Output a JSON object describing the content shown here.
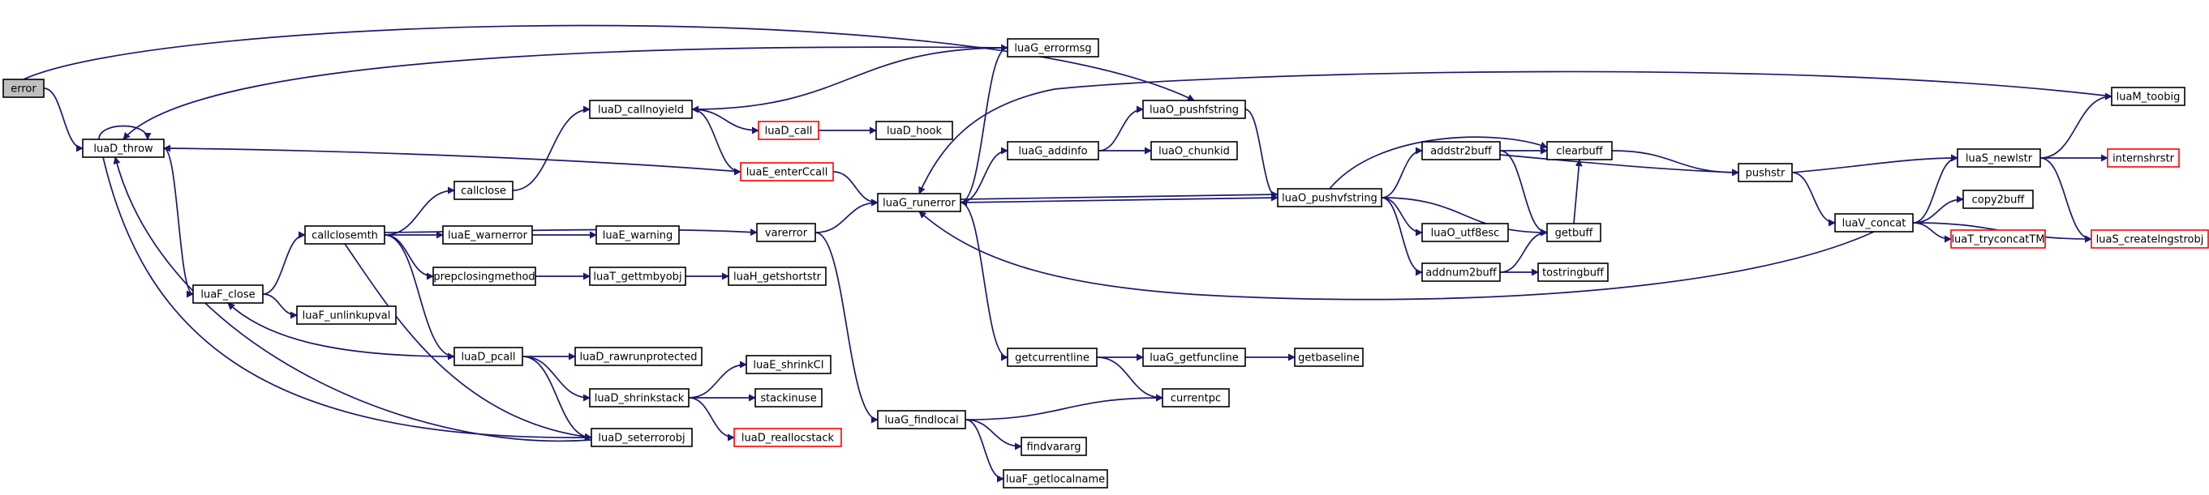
{
  "colors": {
    "edge": "#191970",
    "node_border": "#000000",
    "node_border_truncated": "#ff0000",
    "root_fill": "#bfbfbf",
    "node_fill": "#ffffff"
  },
  "graph": {
    "root": "error",
    "nodes": [
      {
        "id": "error",
        "label": "error",
        "style": "root"
      },
      {
        "id": "luaD_throw",
        "label": "luaD_throw",
        "style": "normal"
      },
      {
        "id": "luaF_close",
        "label": "luaF_close",
        "style": "normal"
      },
      {
        "id": "callclosemth",
        "label": "callclosemth",
        "style": "normal"
      },
      {
        "id": "luaF_unlinkupval",
        "label": "luaF_unlinkupval",
        "style": "normal"
      },
      {
        "id": "callclose",
        "label": "callclose",
        "style": "normal"
      },
      {
        "id": "luaD_callnoyield",
        "label": "luaD_callnoyield",
        "style": "normal"
      },
      {
        "id": "luaD_call",
        "label": "luaD_call",
        "style": "truncated"
      },
      {
        "id": "luaD_hook",
        "label": "luaD_hook",
        "style": "normal"
      },
      {
        "id": "luaE_enterCcall",
        "label": "luaE_enterCcall",
        "style": "truncated"
      },
      {
        "id": "luaG_errormsg",
        "label": "luaG_errormsg",
        "style": "normal"
      },
      {
        "id": "luaO_pushfstring",
        "label": "luaO_pushfstring",
        "style": "normal"
      },
      {
        "id": "luaO_chunkid",
        "label": "luaO_chunkid",
        "style": "normal"
      },
      {
        "id": "luaG_addinfo",
        "label": "luaG_addinfo",
        "style": "normal"
      },
      {
        "id": "luaG_runerror",
        "label": "luaG_runerror",
        "style": "normal"
      },
      {
        "id": "varerror",
        "label": "varerror",
        "style": "normal"
      },
      {
        "id": "luaE_warnerror",
        "label": "luaE_warnerror",
        "style": "normal"
      },
      {
        "id": "luaE_warning",
        "label": "luaE_warning",
        "style": "normal"
      },
      {
        "id": "prepclosingmethod",
        "label": "prepclosingmethod",
        "style": "normal"
      },
      {
        "id": "luaT_gettmbyobj",
        "label": "luaT_gettmbyobj",
        "style": "normal"
      },
      {
        "id": "luaH_getshortstr",
        "label": "luaH_getshortstr",
        "style": "normal"
      },
      {
        "id": "luaD_pcall",
        "label": "luaD_pcall",
        "style": "normal"
      },
      {
        "id": "luaD_rawrunprotected",
        "label": "luaD_rawrunprotected",
        "style": "normal"
      },
      {
        "id": "luaD_shrinkstack",
        "label": "luaD_shrinkstack",
        "style": "normal"
      },
      {
        "id": "luaE_shrinkCI",
        "label": "luaE_shrinkCI",
        "style": "normal"
      },
      {
        "id": "stackinuse",
        "label": "stackinuse",
        "style": "normal"
      },
      {
        "id": "luaD_reallocstack",
        "label": "luaD_reallocstack",
        "style": "truncated"
      },
      {
        "id": "luaD_seterrorobj",
        "label": "luaD_seterrorobj",
        "style": "normal"
      },
      {
        "id": "luaG_findlocal",
        "label": "luaG_findlocal",
        "style": "normal"
      },
      {
        "id": "findvararg",
        "label": "findvararg",
        "style": "normal"
      },
      {
        "id": "luaF_getlocalname",
        "label": "luaF_getlocalname",
        "style": "normal"
      },
      {
        "id": "getcurrentline",
        "label": "getcurrentline",
        "style": "normal"
      },
      {
        "id": "luaG_getfuncline",
        "label": "luaG_getfuncline",
        "style": "normal"
      },
      {
        "id": "getbaseline",
        "label": "getbaseline",
        "style": "normal"
      },
      {
        "id": "currentpc",
        "label": "currentpc",
        "style": "normal"
      },
      {
        "id": "luaO_pushvfstring",
        "label": "luaO_pushvfstring",
        "style": "normal"
      },
      {
        "id": "addstr2buff",
        "label": "addstr2buff",
        "style": "normal"
      },
      {
        "id": "clearbuff",
        "label": "clearbuff",
        "style": "normal"
      },
      {
        "id": "pushstr",
        "label": "pushstr",
        "style": "normal"
      },
      {
        "id": "getbuff",
        "label": "getbuff",
        "style": "normal"
      },
      {
        "id": "luaO_utf8esc",
        "label": "luaO_utf8esc",
        "style": "normal"
      },
      {
        "id": "addnum2buff",
        "label": "addnum2buff",
        "style": "normal"
      },
      {
        "id": "tostringbuff",
        "label": "tostringbuff",
        "style": "normal"
      },
      {
        "id": "luaV_concat",
        "label": "luaV_concat",
        "style": "normal"
      },
      {
        "id": "luaS_newlstr",
        "label": "luaS_newlstr",
        "style": "normal"
      },
      {
        "id": "luaM_toobig",
        "label": "luaM_toobig",
        "style": "normal"
      },
      {
        "id": "internshrstr",
        "label": "internshrstr",
        "style": "truncated"
      },
      {
        "id": "copy2buff",
        "label": "copy2buff",
        "style": "normal"
      },
      {
        "id": "luaT_tryconcatTM",
        "label": "luaT_tryconcatTM",
        "style": "truncated"
      },
      {
        "id": "luaS_createlngstrobj",
        "label": "luaS_createlngstrobj",
        "style": "truncated"
      }
    ],
    "edges": [
      [
        "error",
        "luaD_throw"
      ],
      [
        "error",
        "luaO_pushfstring"
      ],
      [
        "luaD_throw",
        "luaD_throw"
      ],
      [
        "luaD_throw",
        "luaF_close"
      ],
      [
        "luaD_throw",
        "luaD_seterrorobj"
      ],
      [
        "luaF_close",
        "callclosemth"
      ],
      [
        "luaF_close",
        "luaF_unlinkupval"
      ],
      [
        "callclosemth",
        "callclose"
      ],
      [
        "callclosemth",
        "varerror"
      ],
      [
        "callclosemth",
        "luaE_warnerror"
      ],
      [
        "callclosemth",
        "prepclosingmethod"
      ],
      [
        "callclosemth",
        "luaD_pcall"
      ],
      [
        "callclosemth",
        "luaD_seterrorobj"
      ],
      [
        "callclose",
        "luaD_callnoyield"
      ],
      [
        "luaD_callnoyield",
        "luaD_call"
      ],
      [
        "luaD_callnoyield",
        "luaE_enterCcall"
      ],
      [
        "luaD_call",
        "luaD_hook"
      ],
      [
        "luaE_enterCcall",
        "luaD_throw"
      ],
      [
        "luaE_enterCcall",
        "luaG_runerror"
      ],
      [
        "luaG_errormsg",
        "luaD_throw"
      ],
      [
        "luaG_errormsg",
        "luaD_callnoyield"
      ],
      [
        "luaO_pushfstring",
        "luaO_pushvfstring"
      ],
      [
        "luaG_addinfo",
        "luaO_pushfstring"
      ],
      [
        "luaG_addinfo",
        "luaO_chunkid"
      ],
      [
        "luaG_runerror",
        "luaG_errormsg"
      ],
      [
        "luaG_runerror",
        "luaG_addinfo"
      ],
      [
        "luaG_runerror",
        "luaO_pushvfstring"
      ],
      [
        "luaG_runerror",
        "getcurrentline"
      ],
      [
        "varerror",
        "luaG_runerror"
      ],
      [
        "varerror",
        "luaG_findlocal"
      ],
      [
        "luaE_warnerror",
        "luaE_warning"
      ],
      [
        "prepclosingmethod",
        "luaT_gettmbyobj"
      ],
      [
        "luaT_gettmbyobj",
        "luaH_getshortstr"
      ],
      [
        "luaD_pcall",
        "luaF_close"
      ],
      [
        "luaD_pcall",
        "luaD_rawrunprotected"
      ],
      [
        "luaD_pcall",
        "luaD_shrinkstack"
      ],
      [
        "luaD_pcall",
        "luaD_seterrorobj"
      ],
      [
        "luaD_shrinkstack",
        "luaE_shrinkCI"
      ],
      [
        "luaD_shrinkstack",
        "stackinuse"
      ],
      [
        "luaD_shrinkstack",
        "luaD_reallocstack"
      ],
      [
        "luaD_seterrorobj",
        "luaD_throw"
      ],
      [
        "luaG_findlocal",
        "currentpc"
      ],
      [
        "luaG_findlocal",
        "findvararg"
      ],
      [
        "luaG_findlocal",
        "luaF_getlocalname"
      ],
      [
        "getcurrentline",
        "luaG_getfuncline"
      ],
      [
        "getcurrentline",
        "currentpc"
      ],
      [
        "luaG_getfuncline",
        "getbaseline"
      ],
      [
        "luaO_pushvfstring",
        "luaG_runerror"
      ],
      [
        "luaO_pushvfstring",
        "addstr2buff"
      ],
      [
        "luaO_pushvfstring",
        "clearbuff"
      ],
      [
        "luaO_pushvfstring",
        "getbuff"
      ],
      [
        "luaO_pushvfstring",
        "luaO_utf8esc"
      ],
      [
        "luaO_pushvfstring",
        "addnum2buff"
      ],
      [
        "addstr2buff",
        "clearbuff"
      ],
      [
        "addstr2buff",
        "pushstr"
      ],
      [
        "addstr2buff",
        "getbuff"
      ],
      [
        "addnum2buff",
        "getbuff"
      ],
      [
        "addnum2buff",
        "tostringbuff"
      ],
      [
        "getbuff",
        "clearbuff"
      ],
      [
        "clearbuff",
        "pushstr"
      ],
      [
        "pushstr",
        "luaV_concat"
      ],
      [
        "pushstr",
        "luaS_newlstr"
      ],
      [
        "luaV_concat",
        "luaG_runerror"
      ],
      [
        "luaV_concat",
        "luaS_newlstr"
      ],
      [
        "luaV_concat",
        "copy2buff"
      ],
      [
        "luaV_concat",
        "luaT_tryconcatTM"
      ],
      [
        "luaV_concat",
        "luaS_createlngstrobj"
      ],
      [
        "luaS_newlstr",
        "luaM_toobig"
      ],
      [
        "luaS_newlstr",
        "internshrstr"
      ],
      [
        "luaS_newlstr",
        "luaS_createlngstrobj"
      ],
      [
        "luaM_toobig",
        "luaG_runerror"
      ]
    ]
  }
}
